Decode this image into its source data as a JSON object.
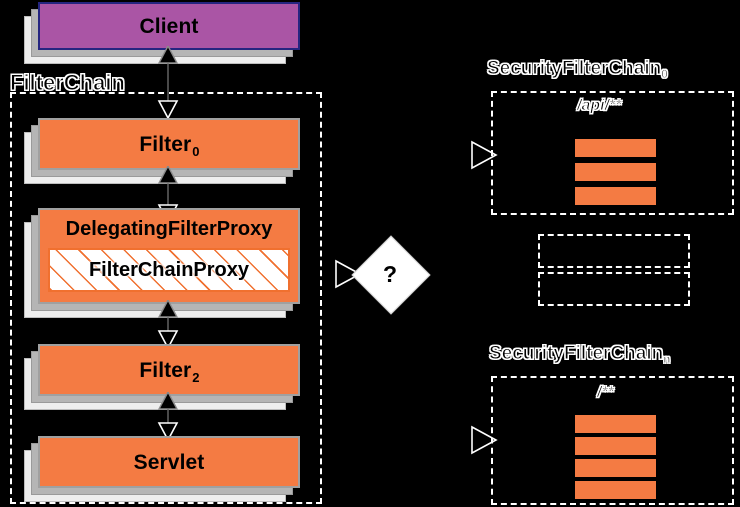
{
  "diagram": {
    "title": "Spring Security FilterChain Delegation",
    "colors": {
      "background": "#000000",
      "filter_orange": "#f47b43",
      "client_purple": "#aa55a5",
      "client_border": "#252580",
      "shadow_gray": "#b5b5b5",
      "outline_white": "#ffffff",
      "hatch_orange": "#f0702f"
    }
  },
  "left": {
    "client": {
      "label": "Client"
    },
    "filterchain_caption": "FilterChain",
    "nodes": [
      {
        "id": "filter0",
        "label": "Filter",
        "subscript": "0"
      },
      {
        "id": "delegating",
        "label": "DelegatingFilterProxy",
        "inner_label": "FilterChainProxy"
      },
      {
        "id": "filter2",
        "label": "Filter",
        "subscript": "2"
      },
      {
        "id": "servlet",
        "label": "Servlet",
        "subscript": ""
      }
    ]
  },
  "middle": {
    "decision": {
      "label": "?"
    }
  },
  "right": {
    "chains": [
      {
        "id": "chain0",
        "caption": "SecurityFilterChain",
        "caption_subscript": "0",
        "pattern": "/api/**",
        "filter_count": 3
      },
      {
        "id": "chain_n",
        "caption": "SecurityFilterChain",
        "caption_subscript": "n",
        "pattern": "/**",
        "filter_count": 4
      }
    ],
    "ellipsis_chains": [
      {
        "id": "ellipsis-1"
      },
      {
        "id": "ellipsis-2"
      }
    ]
  }
}
